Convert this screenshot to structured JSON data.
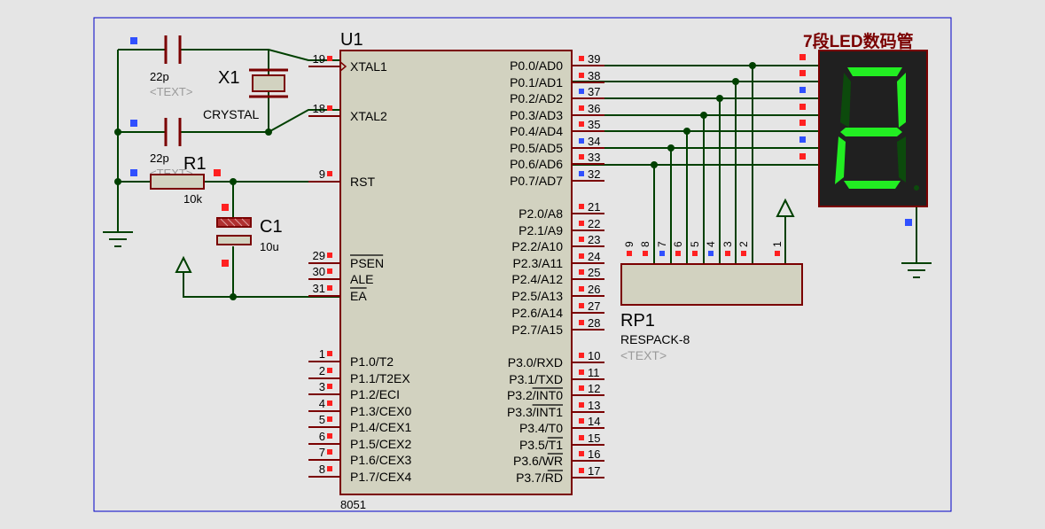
{
  "colors": {
    "background": "#e5e5e5",
    "sheet_border": "#0000c8",
    "wire": "#004000",
    "component_outline": "#7a0000",
    "component_fill": "#d2d2c0",
    "pin_red": "#ff2020",
    "pin_blue": "#3050ff",
    "text_dark": "#000000",
    "placeholder_text": "#9a9a9a",
    "title_dark_red": "#7a0000",
    "led_on": "#22ee22",
    "led_off": "#0c4a0c",
    "display_body": "#202020"
  },
  "mcu": {
    "ref": "U1",
    "value": "8051",
    "left_pins": [
      {
        "num": "19",
        "name": "XTAL1",
        "clock": true
      },
      {
        "num": "18",
        "name": "XTAL2"
      },
      {
        "num": "9",
        "name": "RST"
      },
      {
        "num": "29",
        "name": "PSEN",
        "bar": true
      },
      {
        "num": "30",
        "name": "ALE"
      },
      {
        "num": "31",
        "name": "EA",
        "bar": true
      },
      {
        "num": "1",
        "name": "P1.0/T2"
      },
      {
        "num": "2",
        "name": "P1.1/T2EX"
      },
      {
        "num": "3",
        "name": "P1.2/ECI"
      },
      {
        "num": "4",
        "name": "P1.3/CEX0"
      },
      {
        "num": "5",
        "name": "P1.4/CEX1"
      },
      {
        "num": "6",
        "name": "P1.5/CEX2"
      },
      {
        "num": "7",
        "name": "P1.6/CEX3"
      },
      {
        "num": "8",
        "name": "P1.7/CEX4"
      }
    ],
    "right_pins": [
      {
        "num": "39",
        "name": "P0.0/AD0"
      },
      {
        "num": "38",
        "name": "P0.1/AD1"
      },
      {
        "num": "37",
        "name": "P0.2/AD2"
      },
      {
        "num": "36",
        "name": "P0.3/AD3"
      },
      {
        "num": "35",
        "name": "P0.4/AD4"
      },
      {
        "num": "34",
        "name": "P0.5/AD5"
      },
      {
        "num": "33",
        "name": "P0.6/AD6"
      },
      {
        "num": "32",
        "name": "P0.7/AD7"
      },
      {
        "num": "21",
        "name": "P2.0/A8"
      },
      {
        "num": "22",
        "name": "P2.1/A9"
      },
      {
        "num": "23",
        "name": "P2.2/A10"
      },
      {
        "num": "24",
        "name": "P2.3/A11"
      },
      {
        "num": "25",
        "name": "P2.4/A12"
      },
      {
        "num": "26",
        "name": "P2.5/A13"
      },
      {
        "num": "27",
        "name": "P2.6/A14"
      },
      {
        "num": "28",
        "name": "P2.7/A15"
      },
      {
        "num": "10",
        "name": "P3.0/RXD"
      },
      {
        "num": "11",
        "name": "P3.1/TXD"
      },
      {
        "num": "12",
        "name": "P3.2/INT0",
        "bar_part": "INT0"
      },
      {
        "num": "13",
        "name": "P3.3/INT1",
        "bar_part": "INT1"
      },
      {
        "num": "14",
        "name": "P3.4/T0"
      },
      {
        "num": "15",
        "name": "P3.5/T1",
        "bar_part": "T1"
      },
      {
        "num": "16",
        "name": "P3.6/WR",
        "bar_part": "WR"
      },
      {
        "num": "17",
        "name": "P3.7/RD",
        "bar_part": "RD"
      }
    ]
  },
  "crystal": {
    "ref": "X1",
    "value": "CRYSTAL"
  },
  "capacitors": [
    {
      "ref": "",
      "value": "22p",
      "placeholder": "<TEXT>"
    },
    {
      "ref": "",
      "value": "22p",
      "placeholder": "<TEXT>"
    }
  ],
  "resistor": {
    "ref": "R1",
    "value": "10k"
  },
  "electrolytic": {
    "ref": "C1",
    "value": "10u"
  },
  "respack": {
    "ref": "RP1",
    "value": "RESPACK-8",
    "placeholder": "<TEXT>",
    "pins": [
      "9",
      "8",
      "7",
      "6",
      "5",
      "4",
      "3",
      "2",
      "1"
    ]
  },
  "display": {
    "title": "7段LED数码管",
    "segments_on": [
      "a",
      "b",
      "g",
      "e",
      "d"
    ]
  }
}
